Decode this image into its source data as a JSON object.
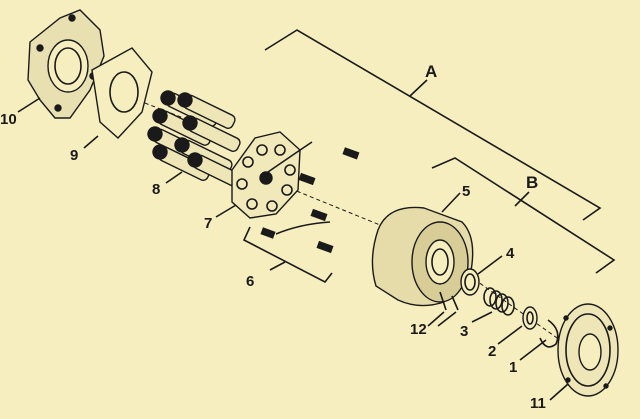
{
  "group_labels": {
    "a": "A",
    "b": "B"
  },
  "callouts": {
    "c1": "1",
    "c2": "2",
    "c3": "3",
    "c4": "4",
    "c5": "5",
    "c6": "6",
    "c7": "7",
    "c8": "8",
    "c9": "9",
    "c10": "10",
    "c11": "11",
    "c12": "12"
  },
  "colors": {
    "background": "#f6eebe",
    "ink": "#1a1a1a"
  }
}
